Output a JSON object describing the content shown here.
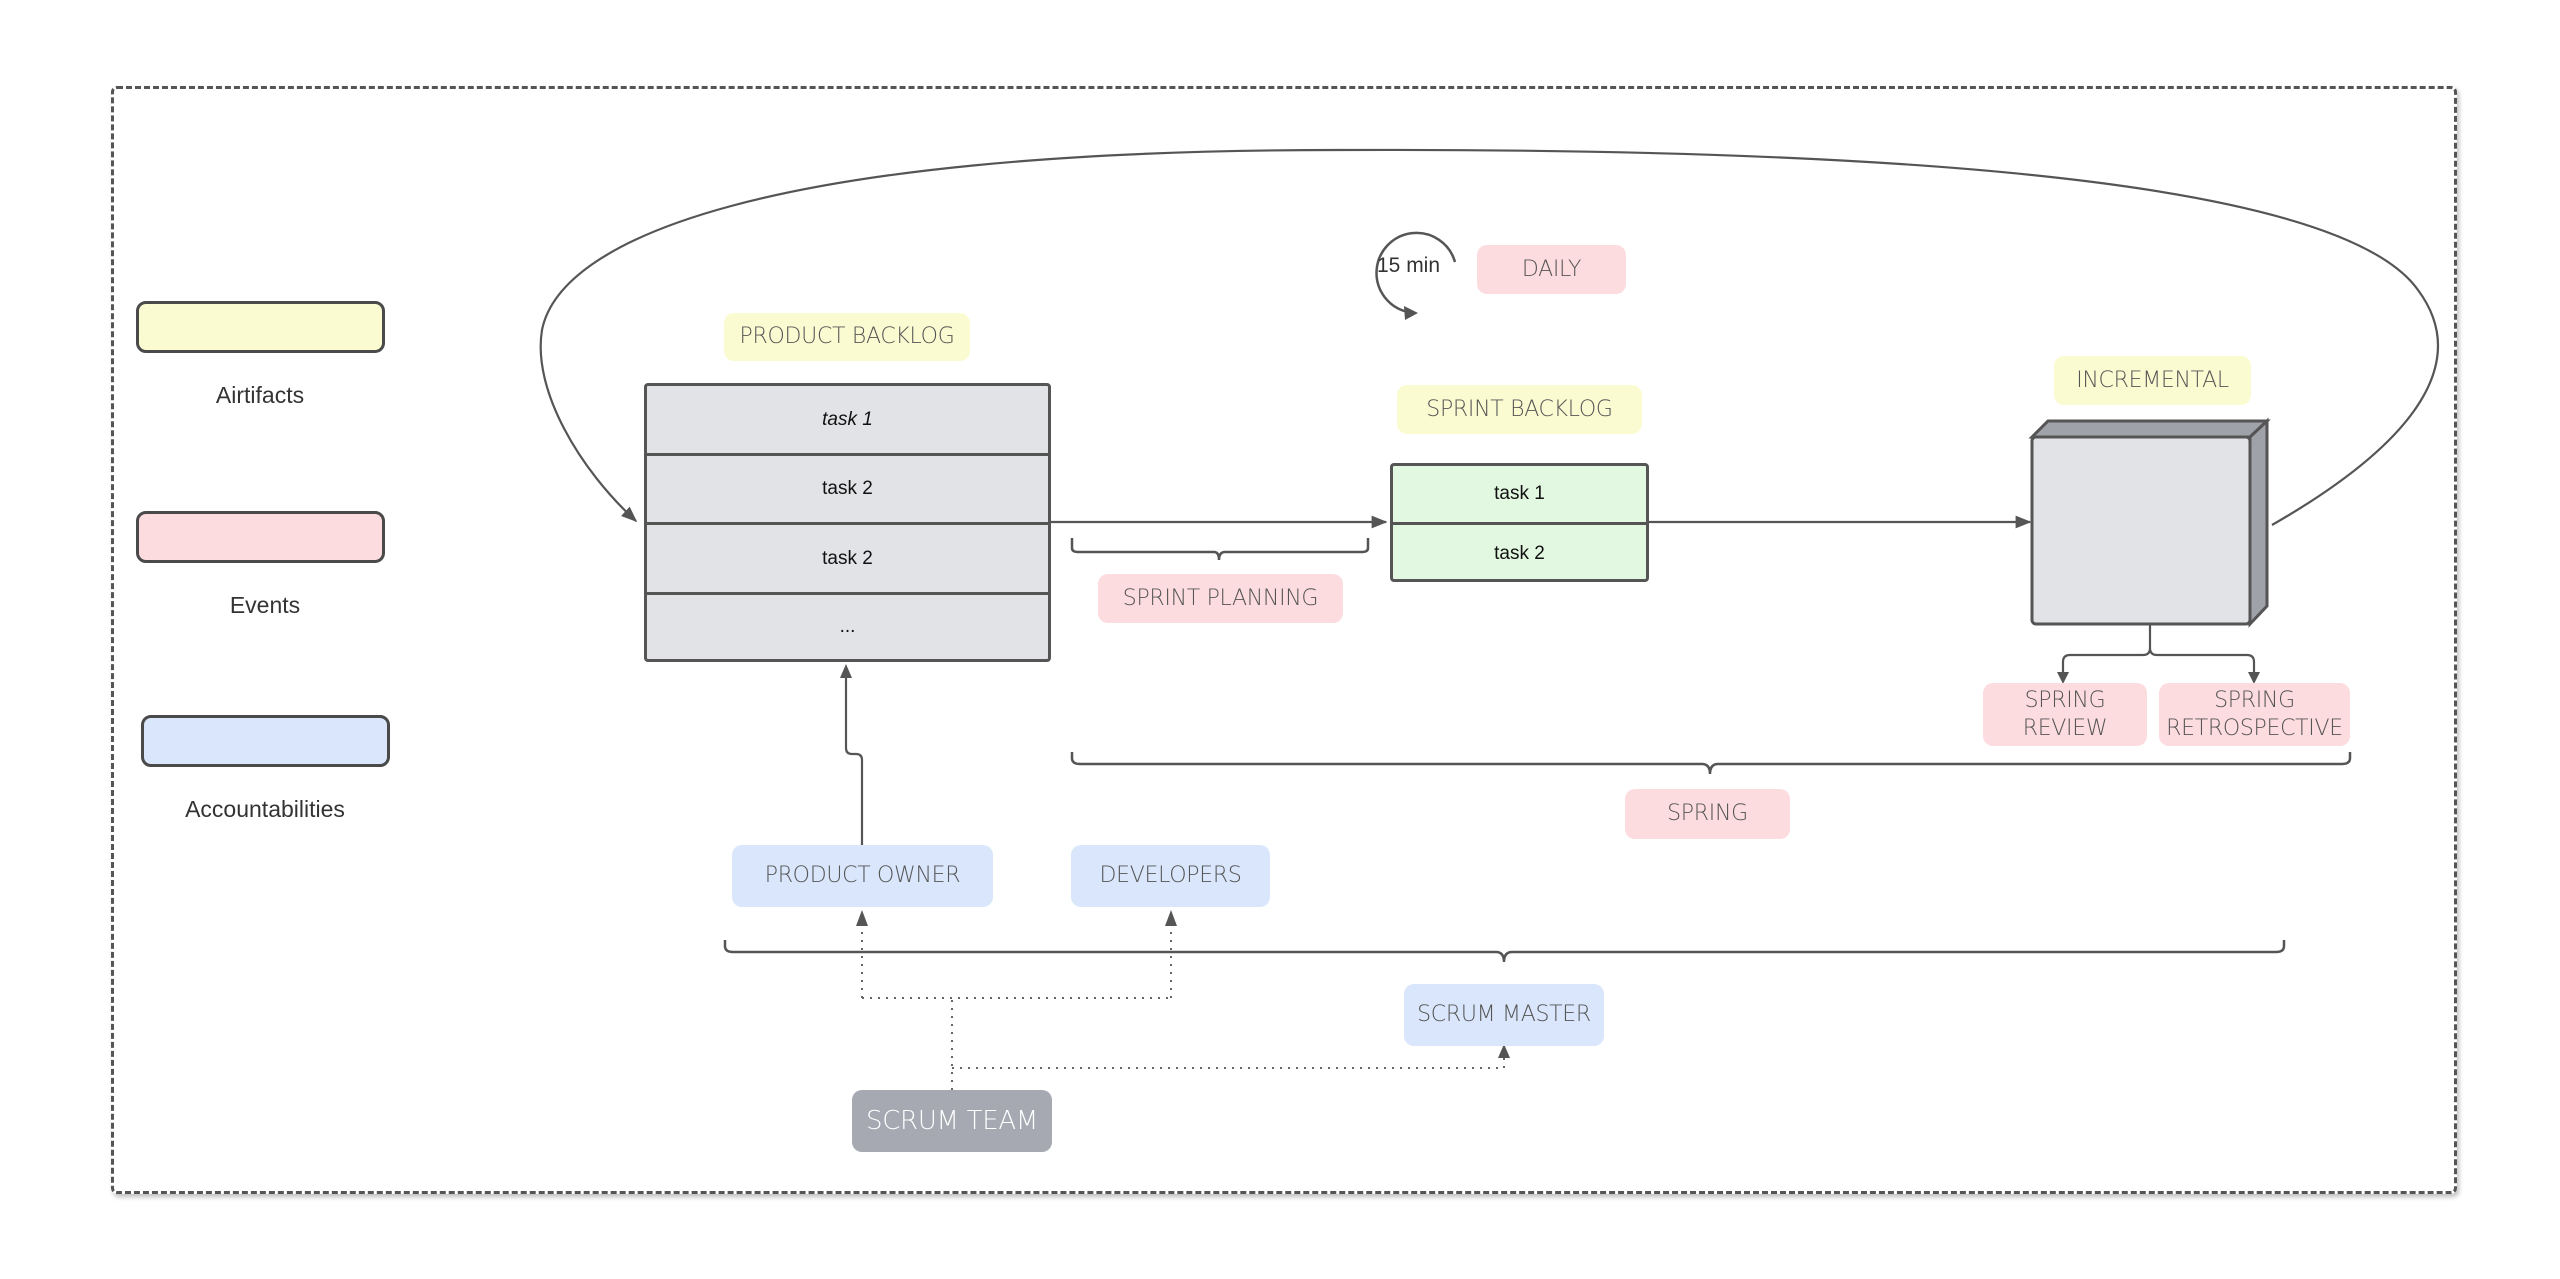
{
  "legend": {
    "artifacts": "Airtifacts",
    "events": "Events",
    "accountabilities": "Accountabilities"
  },
  "colors": {
    "artifact": "#fbfbd2",
    "event": "#fddcdf",
    "accountability": "#d9e6fb",
    "scrum_team": "#a6a9b2",
    "backlog_table": "#e1e3e6",
    "sprint_table": "#e2f8e0"
  },
  "artifacts": {
    "product_backlog": "PRODUCT BACKLOG",
    "sprint_backlog": "SPRINT BACKLOG",
    "incremental": "INCREMENTAL"
  },
  "product_backlog_rows": [
    "task 1",
    "task 2",
    "task 2",
    "..."
  ],
  "sprint_backlog_rows": [
    "task 1",
    "task 2"
  ],
  "events": {
    "daily": "DAILY",
    "timer": "15 min",
    "sprint_planning": "SPRINT PLANNING",
    "spring_review": "SPRING\nREVIEW",
    "spring_retrospective": "SPRING\nRETROSPECTIVE",
    "spring": "SPRING"
  },
  "roles": {
    "product_owner": "PRODUCT OWNER",
    "developers": "DEVELOPERS",
    "scrum_master": "SCRUM MASTER",
    "scrum_team": "SCRUM TEAM"
  }
}
